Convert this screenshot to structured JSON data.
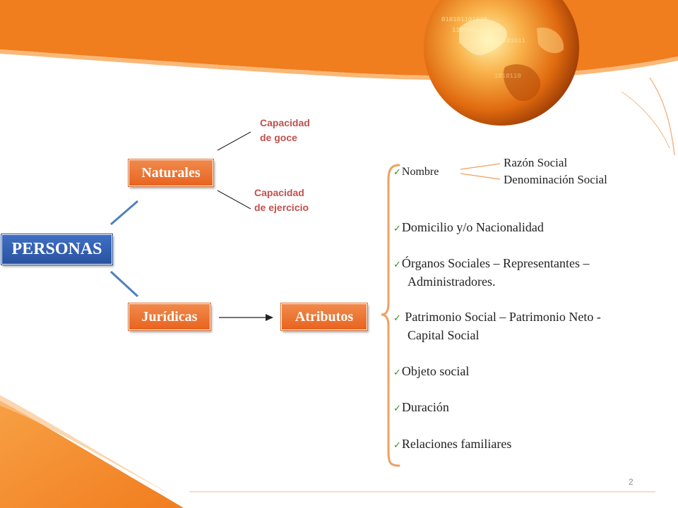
{
  "diagram": {
    "root": "PERSONAS",
    "branches": {
      "naturales": "Naturales",
      "juridicas": "Jurídicas",
      "atributos": "Atributos"
    },
    "capacidad_goce": [
      "Capacidad",
      "de goce"
    ],
    "capacidad_ejercicio": [
      "Capacidad",
      "de ejercicio"
    ],
    "nombre": "Nombre",
    "nombre_options": [
      "Razón Social",
      "Denominación Social"
    ],
    "attributes": [
      {
        "line1": "Domicilio y/o Nacionalidad"
      },
      {
        "line1": "Órganos Sociales – Representantes –",
        "line2": "Administradores."
      },
      {
        "line1": " Patrimonio Social – Patrimonio Neto -",
        "line2": "Capital Social"
      },
      {
        "line1": "Objeto social"
      },
      {
        "line1": "Duración"
      },
      {
        "line1": "Relaciones familiares"
      }
    ],
    "check_glyph": "✓"
  },
  "footer": {
    "page_number": "2"
  },
  "colors": {
    "orange": "#f07d1e",
    "box_orange": "#e8641f",
    "box_blue": "#2a52a0",
    "capacidad_text": "#c0504d",
    "connector_blue": "#4f81bd",
    "bracket": "#f0a060"
  }
}
